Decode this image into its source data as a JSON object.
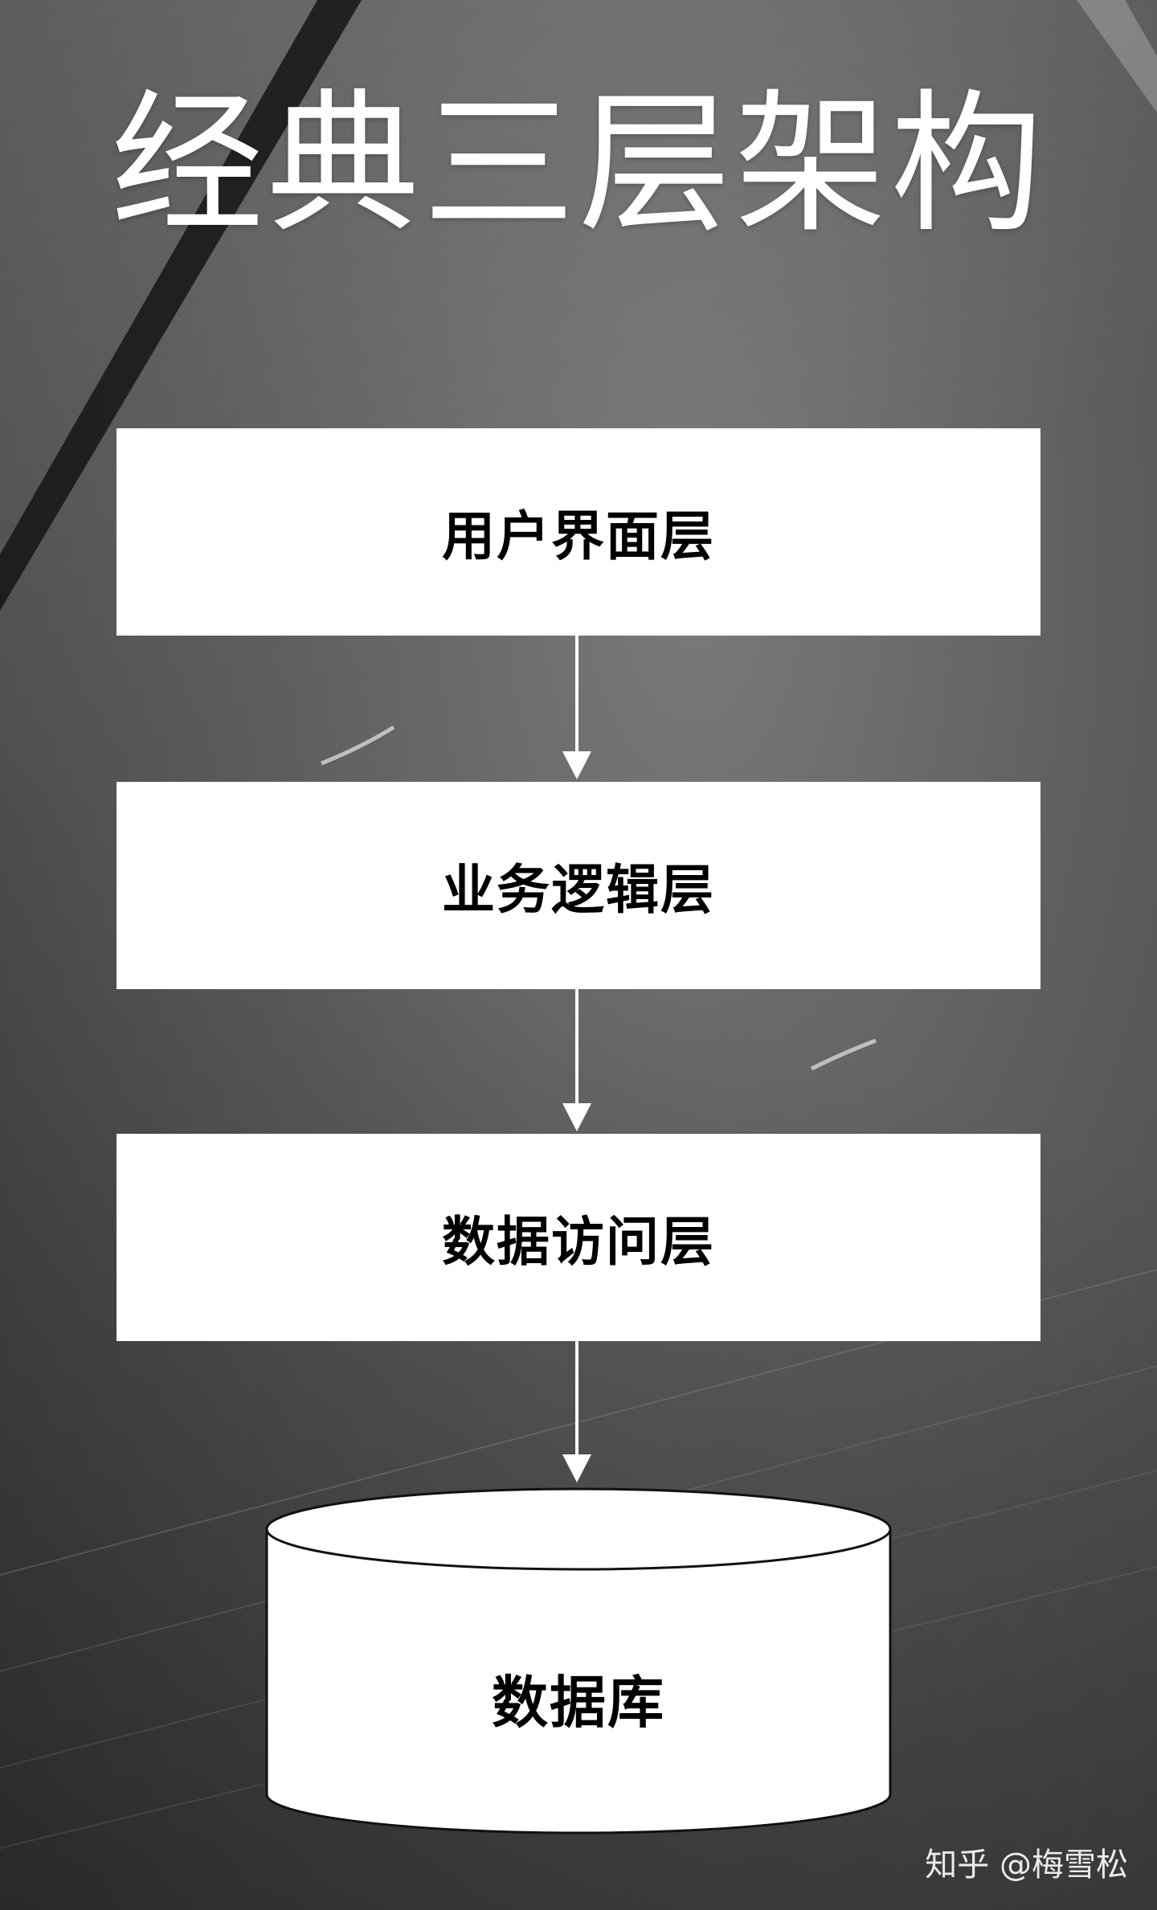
{
  "title": "经典三层架构",
  "layers": [
    {
      "label": "用户界面层"
    },
    {
      "label": "业务逻辑层"
    },
    {
      "label": "数据访问层"
    }
  ],
  "database": {
    "label": "数据库"
  },
  "watermark": "知乎 @梅雪松",
  "colors": {
    "box_fill": "#ffffff",
    "text": "#000000",
    "title": "#ffffff",
    "background": "#5a5a5a"
  }
}
